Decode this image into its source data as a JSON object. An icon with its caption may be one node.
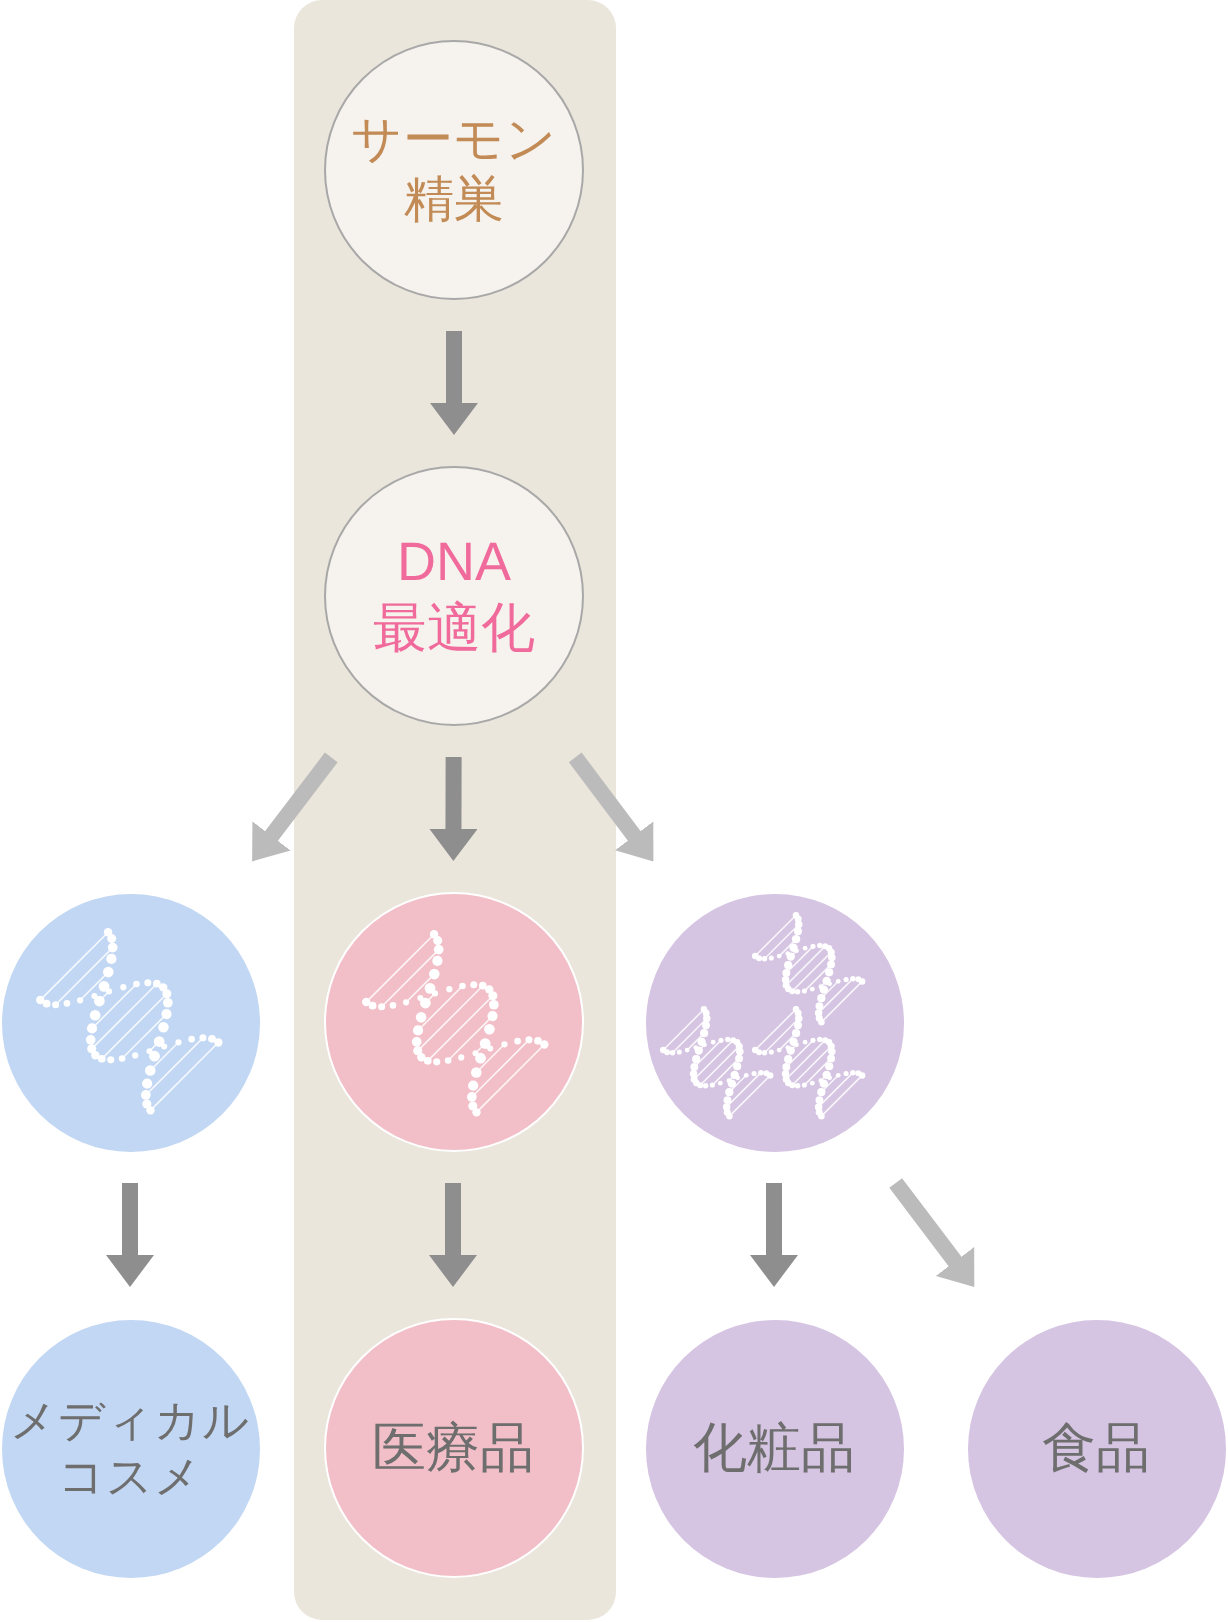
{
  "diagram": {
    "nodes": [
      {
        "text": [],
        "shape": "box"
      },
      {
        "text": [
          "サーモン精巣"
        ],
        "in": 0
      },
      {
        "text": [
          "DNA最適化"
        ],
        "in": 0
      },
      {
        "text": [],
        "shape": "circle"
      },
      {
        "text": [],
        "shape": "circle",
        "in": 0
      },
      {
        "text": [],
        "shape": "circle"
      },
      {
        "text": [
          "メディカルコスメ"
        ]
      },
      {
        "text": [
          "医療品"
        ],
        "in": 0
      },
      {
        "text": [
          "化粧品"
        ]
      },
      {
        "text": [
          "食品"
        ]
      }
    ],
    "edges": [
      {
        "from": 1,
        "to": 2,
        "arrow": "to"
      },
      {
        "from": 2,
        "to": 3,
        "arrow": "to",
        "color": "#bbbbbb"
      },
      {
        "from": 2,
        "to": 4,
        "arrow": "to"
      },
      {
        "from": 2,
        "to": 5,
        "arrow": "to",
        "color": "#bbbbbb"
      },
      {
        "from": 3,
        "to": 6,
        "arrow": "to"
      },
      {
        "from": 4,
        "to": 7,
        "arrow": "to"
      },
      {
        "from": 5,
        "to": 8,
        "arrow": "to"
      },
      {
        "from": 5,
        "to": 9,
        "arrow": "to",
        "color": "#bbbbbb"
      }
    ]
  }
}
